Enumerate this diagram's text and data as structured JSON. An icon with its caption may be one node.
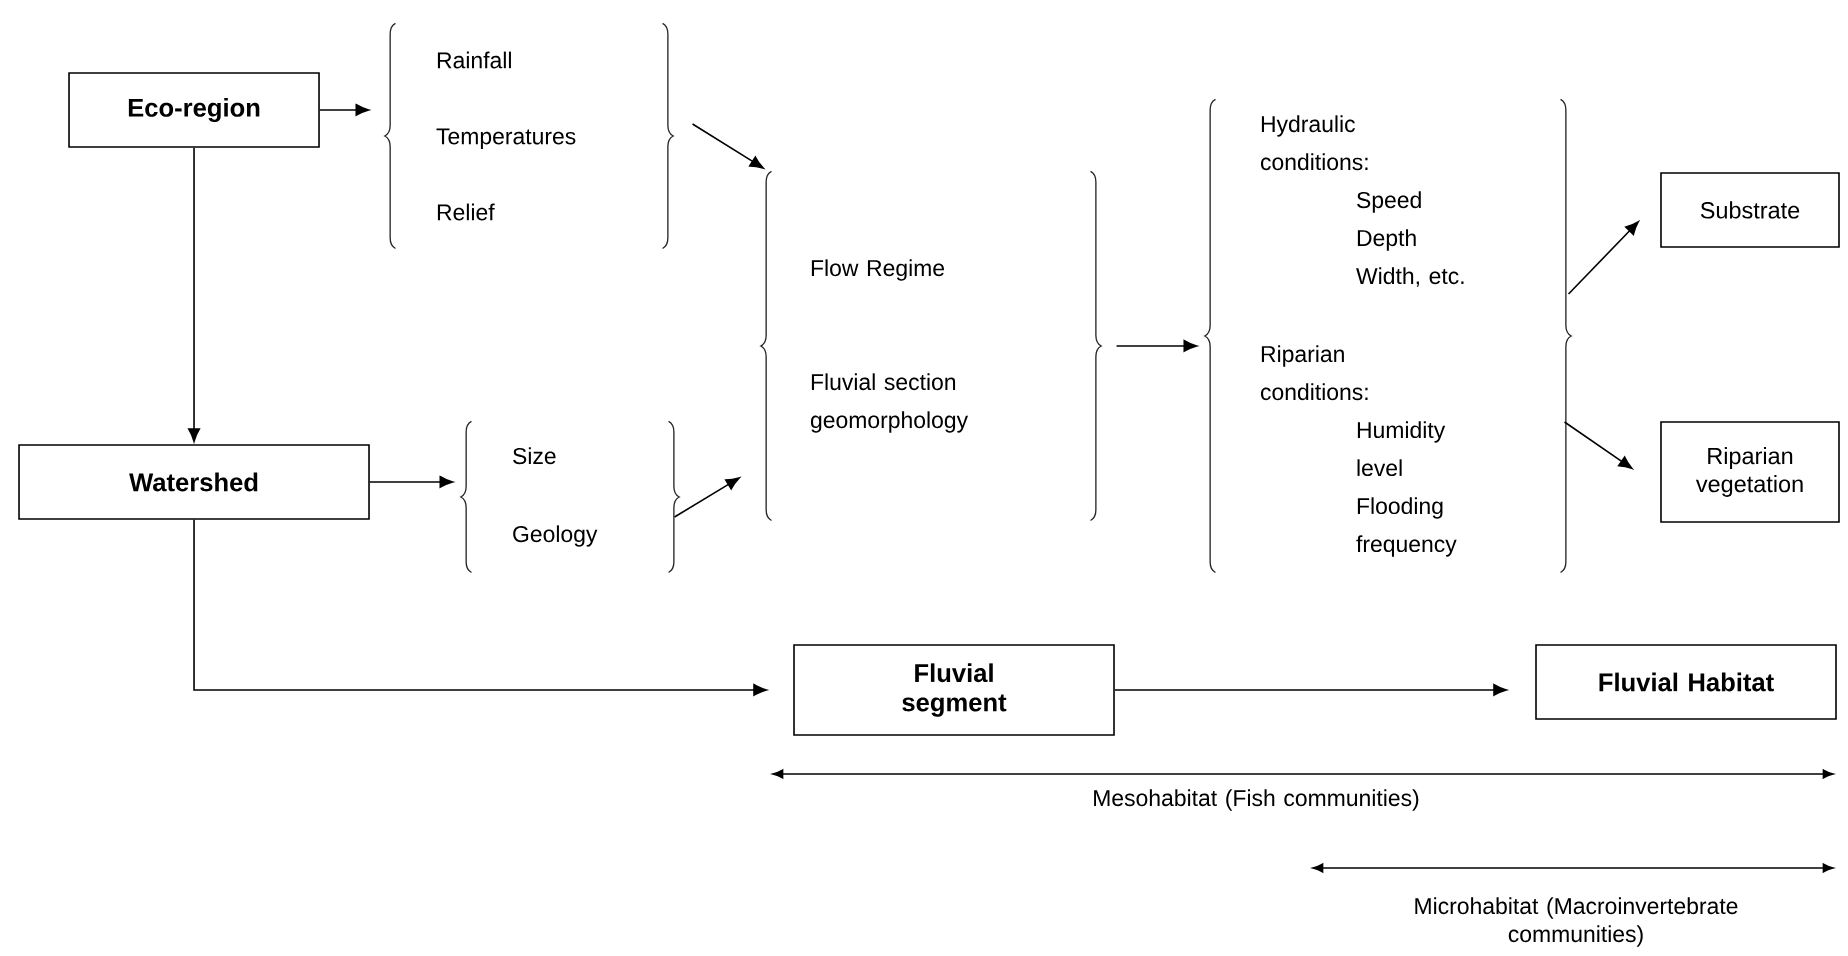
{
  "diagram": {
    "nodes": [
      {
        "text": [
          "Eco-region"
        ]
      },
      {
        "text": [
          "Rainfall",
          "Temperatures",
          "Relief"
        ]
      },
      {
        "text": [
          "Watershed"
        ]
      },
      {
        "text": [
          "Size",
          "Geology"
        ]
      },
      {
        "text": [
          "Flow Regime",
          "Fluvial section geomorphology"
        ]
      },
      {
        "text": [
          "Hydraulic conditions:",
          "Speed",
          "Depth",
          "Width, etc.",
          "Riparian conditions:",
          "Humidity level",
          "Flooding frequency"
        ]
      },
      {
        "text": [
          "Substrate"
        ]
      },
      {
        "text": [
          "Riparian vegetation"
        ]
      },
      {
        "text": [
          "Fluvial segment"
        ]
      },
      {
        "text": [
          "Fluvial Habitat"
        ]
      }
    ],
    "edges": [
      {
        "from": 0,
        "to": 1,
        "arrow": "to"
      },
      {
        "from": 0,
        "to": 2,
        "arrow": "to"
      },
      {
        "from": 2,
        "to": 3,
        "arrow": "to"
      },
      {
        "from": 1,
        "to": 4,
        "arrow": "to"
      },
      {
        "from": 3,
        "to": 4,
        "arrow": "to"
      },
      {
        "from": 4,
        "to": 5,
        "arrow": "to"
      },
      {
        "from": 5,
        "to": 6,
        "arrow": "to"
      },
      {
        "from": 5,
        "to": 7,
        "arrow": "to"
      },
      {
        "from": 2,
        "to": 8,
        "arrow": "to"
      },
      {
        "from": 8,
        "to": 9,
        "arrow": "to"
      }
    ],
    "labels": [
      "Mesohabitat (Fish communities)",
      "Microhabitat (Macroinvertebrate communities)"
    ]
  }
}
